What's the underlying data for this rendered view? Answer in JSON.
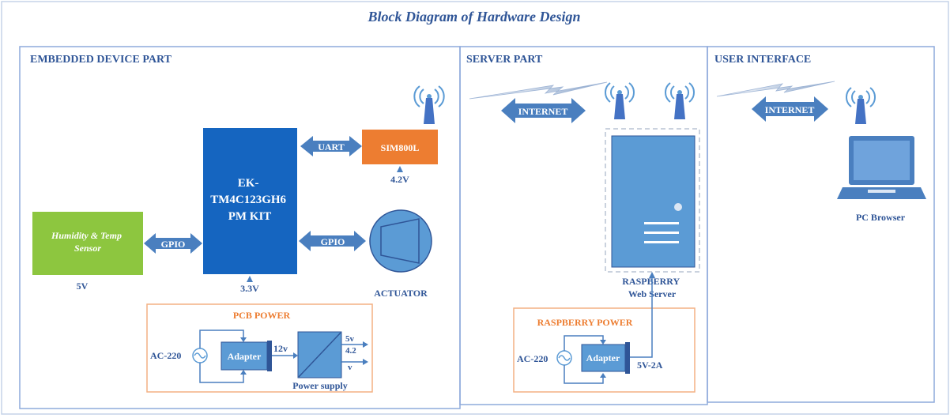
{
  "title": "Block Diagram of Hardware Design",
  "sections": {
    "embedded": {
      "label": "EMBEDDED DEVICE PART"
    },
    "server": {
      "label": "SERVER PART"
    },
    "user": {
      "label": "USER INTERFACE"
    }
  },
  "embedded": {
    "mcu_lines": [
      "EK-",
      "TM4C123GH6",
      "PM KIT"
    ],
    "mcu_voltage": "3.3V",
    "gsm": "SIM800L",
    "gsm_voltage": "4.2V",
    "uart": "UART",
    "gpio_sensor": "GPIO",
    "gpio_actuator": "GPIO",
    "sensor_lines": [
      "Humidity & Temp",
      "Sensor"
    ],
    "sensor_voltage": "5V",
    "actuator": "ACTUATOR",
    "pcb_power": {
      "title": "PCB POWER",
      "ac": "AC-220",
      "adapter": "Adapter",
      "adapter_out": "12v",
      "supply": "Power supply",
      "out_5v": "5v",
      "out_42": "4.2",
      "out_v": "v"
    }
  },
  "server": {
    "internet": "INTERNET",
    "name_lines": [
      "RASPBERRY",
      "Web Server"
    ],
    "power": {
      "title": "RASPBERRY POWER",
      "ac": "AC-220",
      "adapter": "Adapter",
      "output": "5V-2A"
    }
  },
  "user": {
    "internet": "INTERNET",
    "pc": "PC Browser"
  },
  "colors": {
    "title": "#2f5597",
    "section_label": "#2f5597",
    "frame": "#8eaadb",
    "mcu": "#1565c0",
    "arrow": "#4a7fbf",
    "sensor": "#8dc63f",
    "gsm": "#ed7d31",
    "power_border": "#f4b183",
    "power_title": "#ed7d31",
    "device": "#5b9bd5"
  }
}
